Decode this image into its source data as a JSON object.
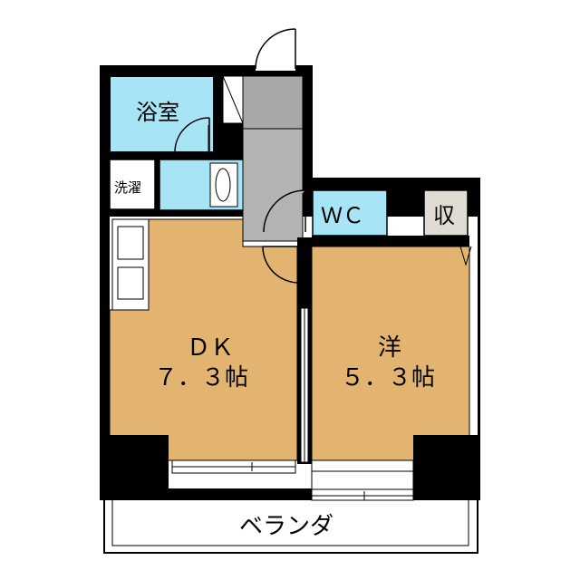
{
  "rooms": {
    "bath": "浴室",
    "laundry": "洗濯",
    "wc": "ＷＣ",
    "storage": "収",
    "dk_name": "ＤＫ",
    "dk_size": "７．３帖",
    "western_name": "洋",
    "western_size": "５．３帖",
    "balcony": "ベランダ"
  },
  "colors": {
    "floor": "#e3b46f",
    "wet_area": "#a6e4f6",
    "hallway": "#b3b3b3",
    "storage": "#e0dcd4",
    "wall": "#000000"
  }
}
